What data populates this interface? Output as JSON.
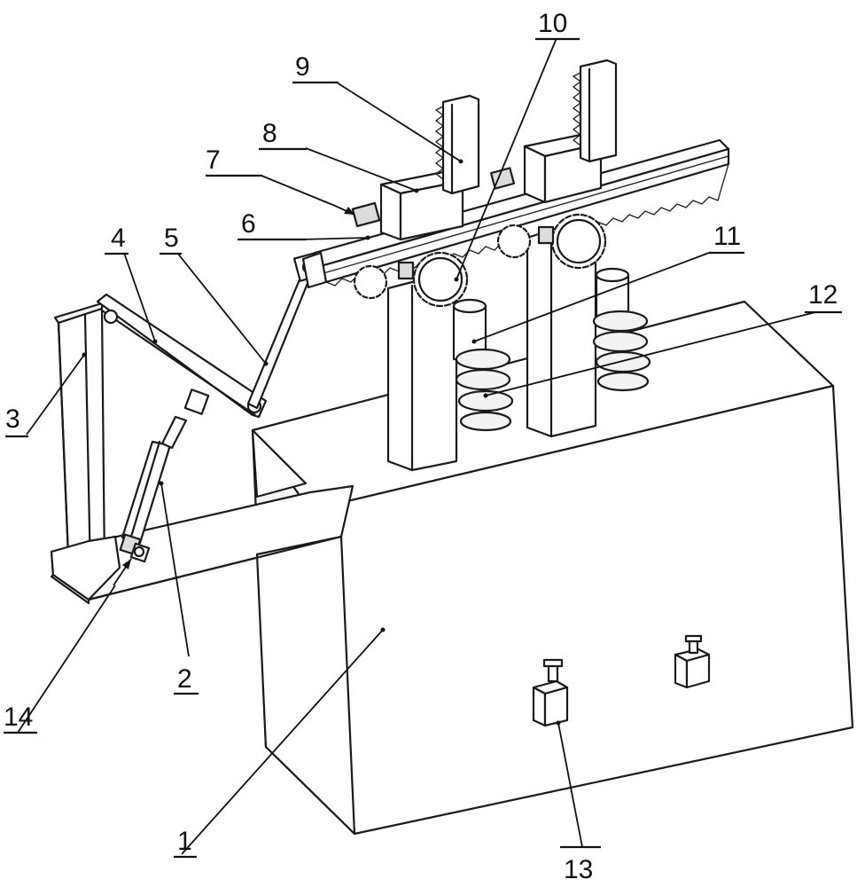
{
  "labels": [
    {
      "id": "1",
      "text": "1"
    },
    {
      "id": "2",
      "text": "2"
    },
    {
      "id": "3",
      "text": "3"
    },
    {
      "id": "4",
      "text": "4"
    },
    {
      "id": "5",
      "text": "5"
    },
    {
      "id": "6",
      "text": "6"
    },
    {
      "id": "7",
      "text": "7"
    },
    {
      "id": "8",
      "text": "8"
    },
    {
      "id": "9",
      "text": "9"
    },
    {
      "id": "10",
      "text": "10"
    },
    {
      "id": "11",
      "text": "11"
    },
    {
      "id": "12",
      "text": "12"
    },
    {
      "id": "13",
      "text": "13"
    },
    {
      "id": "14",
      "text": "14"
    }
  ]
}
